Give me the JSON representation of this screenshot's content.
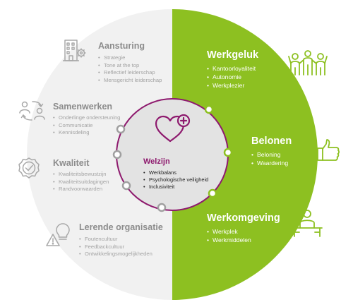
{
  "colors": {
    "accent_green": "#8dc021",
    "grey_half": "#f1f1f1",
    "center_fill": "#e3e3e3",
    "ring_purple": "#8e1a6e",
    "icon_grey": "#a8a8a8",
    "icon_green": "#8dc021",
    "dot_grey": "#a0a0a0"
  },
  "left_sections": [
    {
      "title": "Aansturing",
      "icon": "building-gear-icon",
      "items": [
        "Strategie",
        "Tone at the top",
        "Reflectief leiderschap",
        "Mensgericht leiderschap"
      ]
    },
    {
      "title": "Samenwerken",
      "icon": "people-exchange-icon",
      "items": [
        "Onderlinge ondersteuning",
        "Communicatie",
        "Kennisdeling"
      ]
    },
    {
      "title": "Kwaliteit",
      "icon": "check-badge-icon",
      "items": [
        "Kwaliteitsbewustzijn",
        "Kwaliteitsuitdagingen",
        "Randvoorwaarden"
      ]
    },
    {
      "title": "Lerende organisatie",
      "icon": "lightbulb-warning-icon",
      "items": [
        "Foutencultuur",
        "Feedbackcultuur",
        "Ontwikkelingsmogelijkheden"
      ]
    }
  ],
  "right_sections": [
    {
      "title": "Werkgeluk",
      "icon": "happy-group-icon",
      "items": [
        "Kantoorloyaliteit",
        "Autonomie",
        "Werkplezier"
      ]
    },
    {
      "title": "Belonen",
      "icon": "thumbs-up-icon",
      "items": [
        "Beloning",
        "Waardering"
      ]
    },
    {
      "title": "Werkomgeving",
      "icon": "person-at-desk-icon",
      "items": [
        "Werkplek",
        "Werkmiddelen"
      ]
    }
  ],
  "center": {
    "title": "Welzijn",
    "icon": "heart-plus-icon",
    "items": [
      "Werkbalans",
      "Psychologische veiligheid",
      "Inclusiviteit"
    ]
  }
}
